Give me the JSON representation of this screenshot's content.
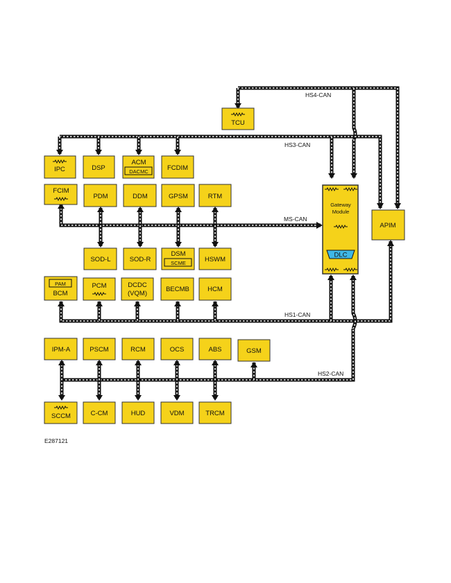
{
  "buses": {
    "hs4": "HS4-CAN",
    "hs3": "HS3-CAN",
    "ms": "MS-CAN",
    "hs1": "HS1-CAN",
    "hs2": "HS2-CAN"
  },
  "modules": {
    "tcu": "TCU",
    "ipc": "IPC",
    "dsp": "DSP",
    "acm": "ACM",
    "dacmc": "DACMC",
    "fcdim": "FCDIM",
    "fcim": "FCIM",
    "pdm": "PDM",
    "ddm": "DDM",
    "gpsm": "GPSM",
    "rtm": "RTM",
    "sod_l": "SOD-L",
    "sod_r": "SOD-R",
    "dsm": "DSM",
    "scme": "SCME",
    "hswm": "HSWM",
    "pam": "PAM",
    "bcm": "BCM",
    "pcm": "PCM",
    "dcdc": "DCDC",
    "vqm": "(VQM)",
    "becmb": "BECMB",
    "hcm": "HCM",
    "gateway_line1": "Gateway",
    "gateway_line2": "Module",
    "dlc": "DLC",
    "apim": "APIM",
    "ipm_a": "IPM-A",
    "pscm": "PSCM",
    "rcm": "RCM",
    "ocs": "OCS",
    "abs": "ABS",
    "gsm": "GSM",
    "sccm": "SCCM",
    "c_cm": "C-CM",
    "hud": "HUD",
    "vdm": "VDM",
    "trcm": "TRCM"
  },
  "figure_id": "E287121",
  "colors": {
    "module_fill": "#f5d21a",
    "dlc_fill": "#3fb7e6",
    "bus": "#111111"
  }
}
